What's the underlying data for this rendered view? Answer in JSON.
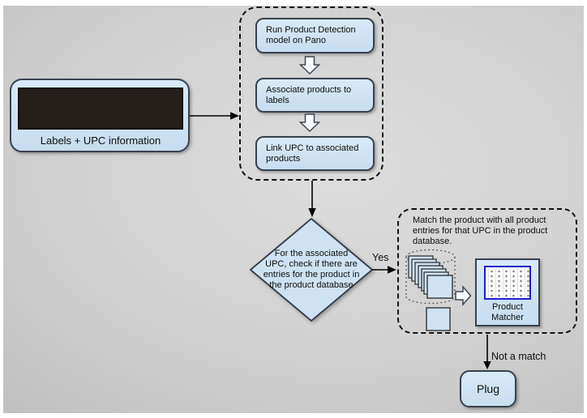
{
  "diagram": {
    "input": {
      "caption": "Labels + UPC information",
      "image_name": "shelf-panorama-image"
    },
    "pipeline": {
      "steps": [
        "Run Product Detection\nmodel on Pano",
        "Associate products to\nlabels",
        "Link UPC to associated\nproducts"
      ]
    },
    "decision": {
      "text": "For the associated\nUPC, check if there are\nentries for the product in\nthe product database",
      "yes_label": "Yes"
    },
    "match": {
      "description": "Match the product with all product\nentries for that UPC in the product\ndatabase.",
      "matcher_label": "Product\nMatcher"
    },
    "no_match_label": "Not a match",
    "plug_label": "Plug"
  },
  "colors": {
    "node_fill": "#cfe2f3",
    "node_border": "#38414f",
    "dashed_border": "#111111",
    "arrow": "#000000",
    "matcher_icon_border": "#2020cc",
    "canvas_center": "#dddddd",
    "canvas_edge": "#a9a9a9"
  }
}
